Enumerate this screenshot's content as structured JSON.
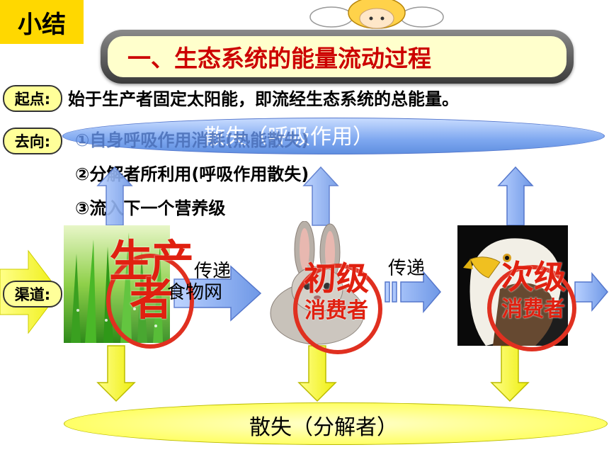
{
  "header": {
    "summary_label": "小结",
    "title": "一、生态系统的能量流动过程"
  },
  "rows": {
    "start_label": "起点:",
    "start_text": "始于生产者固定太阳能，即流经生态系统的总能量。",
    "destination_label": "去向:",
    "destination_items": [
      "①自身呼吸作用消耗(热能散失)",
      "②分解者所利用(呼吸作用散失)",
      "③流入下一个营养级"
    ],
    "channel_label": "渠道:"
  },
  "flow": {
    "respiration_loss": "散失（呼吸作用）",
    "decomposer_loss": "散失（分解者）",
    "food_web": "食物网",
    "transfer_1": "传递",
    "transfer_2": "传递",
    "producer": "生产者",
    "primary_line1": "初级",
    "primary_line2": "消费者",
    "secondary_line1": "次级",
    "secondary_line2": "消费者"
  },
  "colors": {
    "accent_red": "#cc0000",
    "stamp_red": "#e03020",
    "pill_yellow": "#ffff99",
    "arrow_yellow": "#ffff33",
    "arrow_blue": "#8fb4f0"
  }
}
